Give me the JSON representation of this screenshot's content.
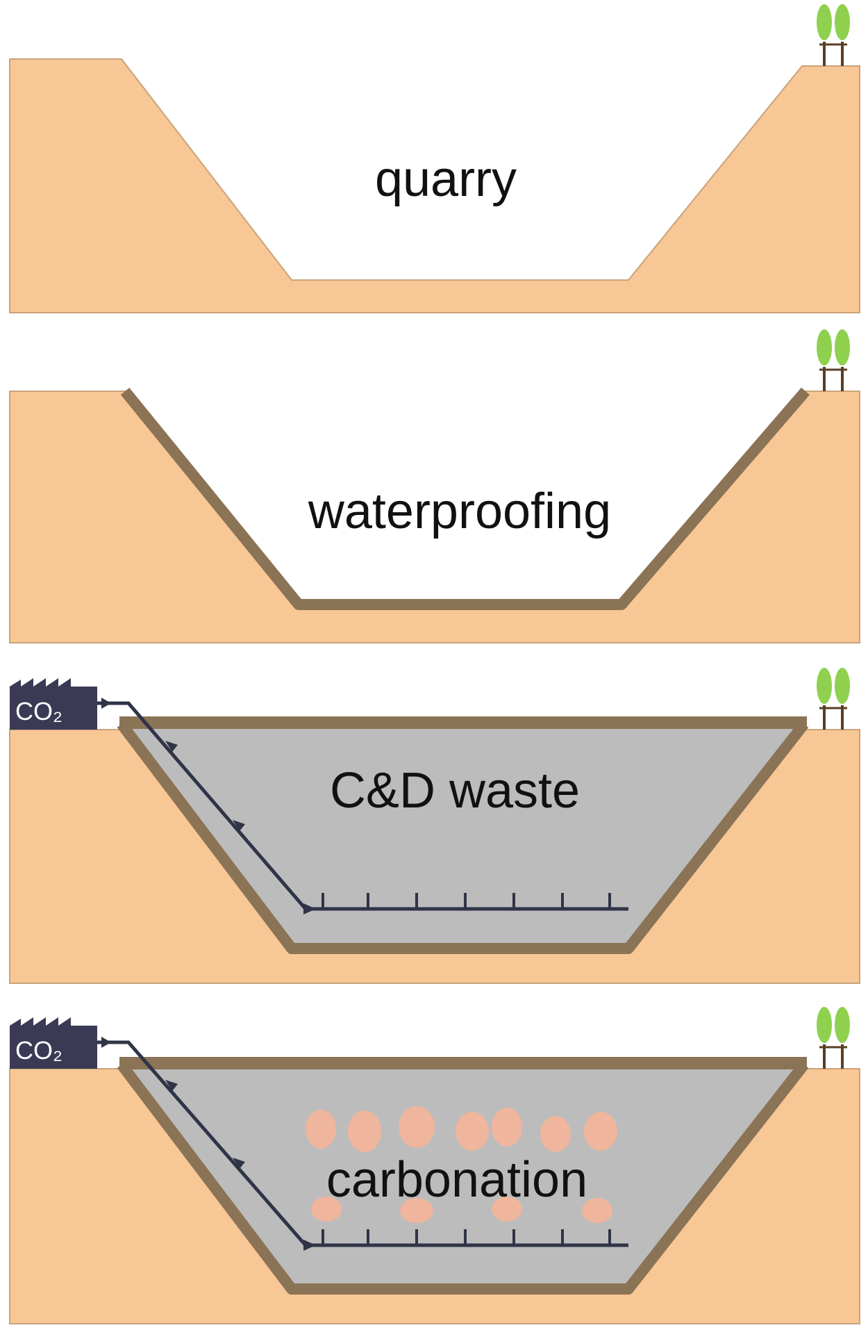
{
  "panels": [
    {
      "label": "quarry"
    },
    {
      "label": "waterproofing"
    },
    {
      "label": "C&D waste",
      "co2_label": "CO₂"
    },
    {
      "label": "carbonation",
      "co2_label": "CO₂"
    }
  ],
  "colors": {
    "soil": "#f8c796",
    "soil_edge": "#c9a27a",
    "liner": "#8b7355",
    "waste": "#bcbcbc",
    "pipe": "#2f3447",
    "factory": "#3a3a55",
    "tree_leaf": "#8fd14f",
    "tree_trunk": "#5a3e24",
    "carbonation_blobs": "#f5b59a"
  }
}
